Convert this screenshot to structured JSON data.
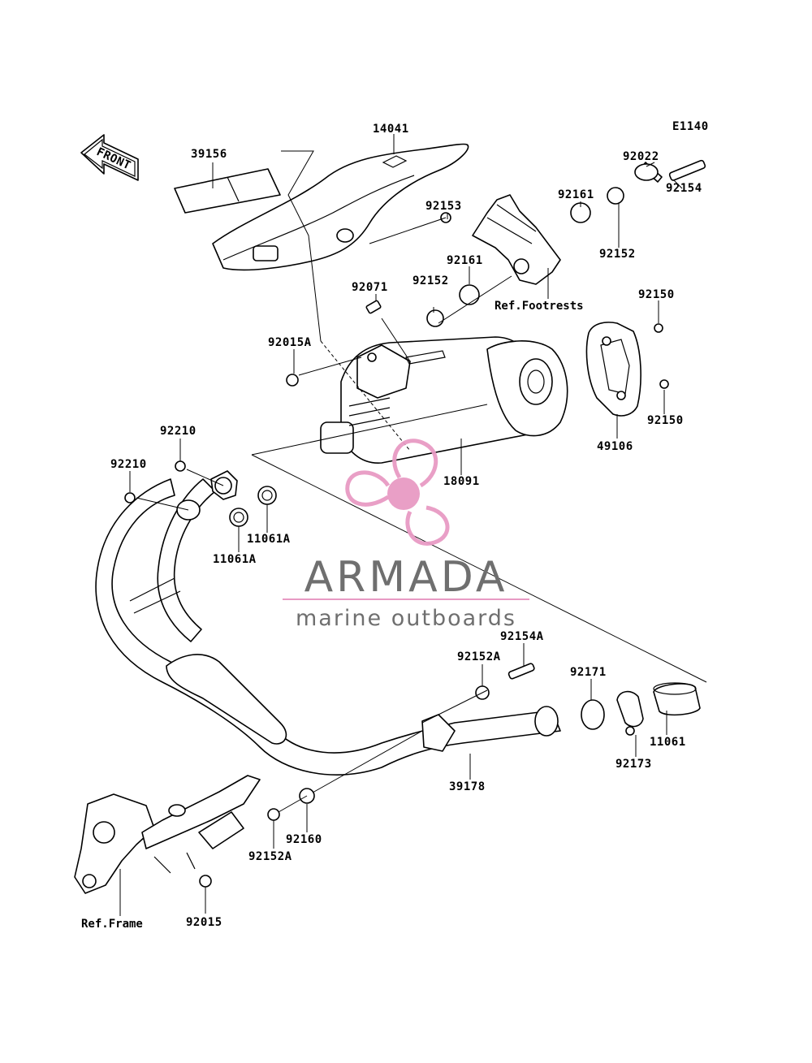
{
  "diagram": {
    "code": "E1140",
    "front_label": "FRONT",
    "parts": [
      {
        "id": "p14041",
        "label": "14041"
      },
      {
        "id": "p39156",
        "label": "39156"
      },
      {
        "id": "p92153",
        "label": "92153"
      },
      {
        "id": "p92022",
        "label": "92022"
      },
      {
        "id": "p92161a",
        "label": "92161"
      },
      {
        "id": "p92154",
        "label": "92154"
      },
      {
        "id": "p92152a",
        "label": "92152"
      },
      {
        "id": "p92161b",
        "label": "92161"
      },
      {
        "id": "p92152b",
        "label": "92152"
      },
      {
        "id": "p92071",
        "label": "92071"
      },
      {
        "id": "p92150a",
        "label": "92150"
      },
      {
        "id": "p92015A",
        "label": "92015A"
      },
      {
        "id": "p92150b",
        "label": "92150"
      },
      {
        "id": "p49106",
        "label": "49106"
      },
      {
        "id": "p18091",
        "label": "18091"
      },
      {
        "id": "p92210a",
        "label": "92210"
      },
      {
        "id": "p92210b",
        "label": "92210"
      },
      {
        "id": "p11061Aa",
        "label": "11061A"
      },
      {
        "id": "p11061Ab",
        "label": "11061A"
      },
      {
        "id": "p92154A",
        "label": "92154A"
      },
      {
        "id": "p92152Aa",
        "label": "92152A"
      },
      {
        "id": "p92171",
        "label": "92171"
      },
      {
        "id": "p11061",
        "label": "11061"
      },
      {
        "id": "p92173",
        "label": "92173"
      },
      {
        "id": "p39178",
        "label": "39178"
      },
      {
        "id": "p92160",
        "label": "92160"
      },
      {
        "id": "p92152Ab",
        "label": "92152A"
      },
      {
        "id": "p92015",
        "label": "92015"
      }
    ],
    "references": [
      {
        "id": "ref-footrests",
        "label": "Ref.Footrests"
      },
      {
        "id": "ref-frame",
        "label": "Ref.Frame"
      }
    ]
  },
  "watermark": {
    "brand": "ARMADA",
    "tagline": "marine outboards",
    "logo_color": "#e89ac4",
    "text_color": "#6f6f6f"
  }
}
